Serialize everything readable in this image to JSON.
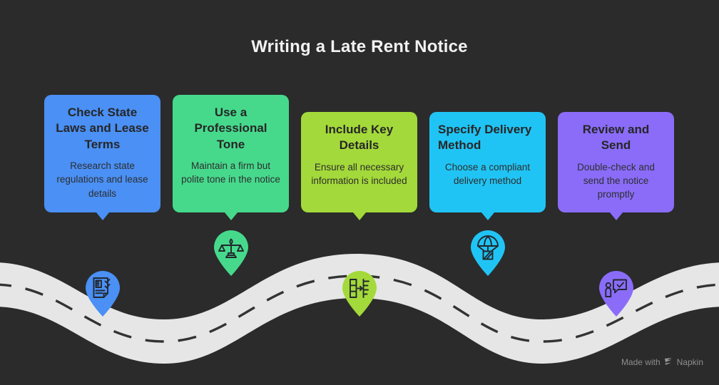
{
  "title": "Writing a Late Rent Notice",
  "background_color": "#2b2b2b",
  "road": {
    "fill": "#e6e6e6",
    "dash_color": "#333333"
  },
  "watermark": {
    "prefix": "Made with",
    "brand": "Napkin",
    "logo_icon": "napkin-logo-icon"
  },
  "steps": [
    {
      "title": "Check State Laws and Lease Terms",
      "description": "Research state regulations and lease details",
      "color": "#4a90f5",
      "icon": "document-checklist-icon",
      "title_align": "center"
    },
    {
      "title": "Use a Professional Tone",
      "description": "Maintain a firm but polite tone in the notice",
      "color": "#46d98c",
      "icon": "scales-of-justice-icon",
      "title_align": "center"
    },
    {
      "title": "Include Key Details",
      "description": "Ensure all necessary information is included",
      "color": "#a3d93a",
      "icon": "data-transfer-list-icon",
      "title_align": "center"
    },
    {
      "title": "Specify Delivery Method",
      "description": "Choose a compliant delivery method",
      "color": "#20c4f4",
      "icon": "parachute-delivery-icon",
      "title_align": "left"
    },
    {
      "title": "Review and Send",
      "description": "Double-check and send the notice promptly",
      "color": "#8a6cf9",
      "icon": "person-approval-icon",
      "title_align": "center"
    }
  ]
}
